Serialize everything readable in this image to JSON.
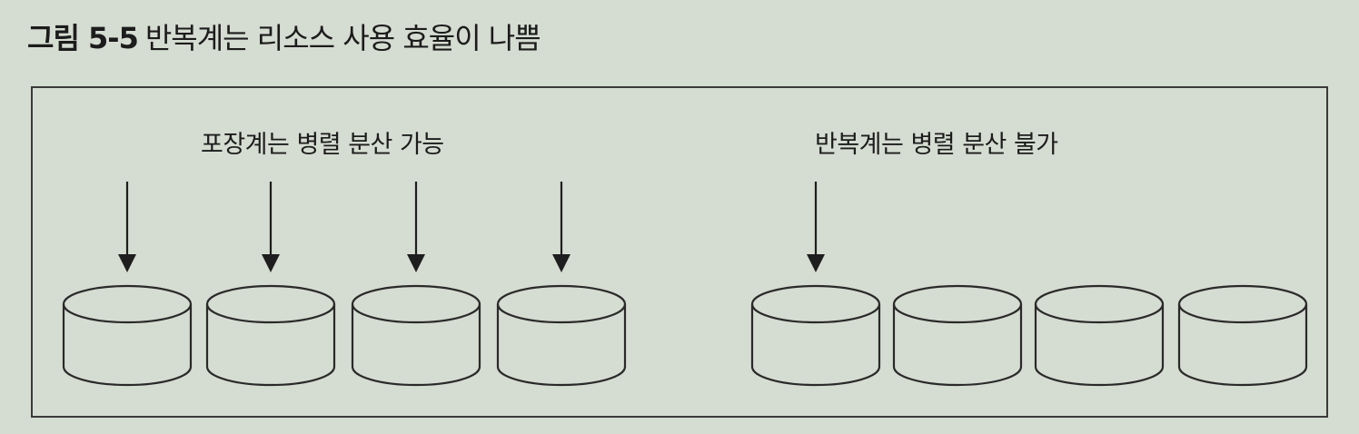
{
  "caption": {
    "label": "그림 5-5",
    "title": "반복계는 리소스 사용 효율이 나쁨"
  },
  "left_group": {
    "label": "포장계는 병렬 분산 가능"
  },
  "right_group": {
    "label": "반복계는 병렬 분산 불가"
  }
}
